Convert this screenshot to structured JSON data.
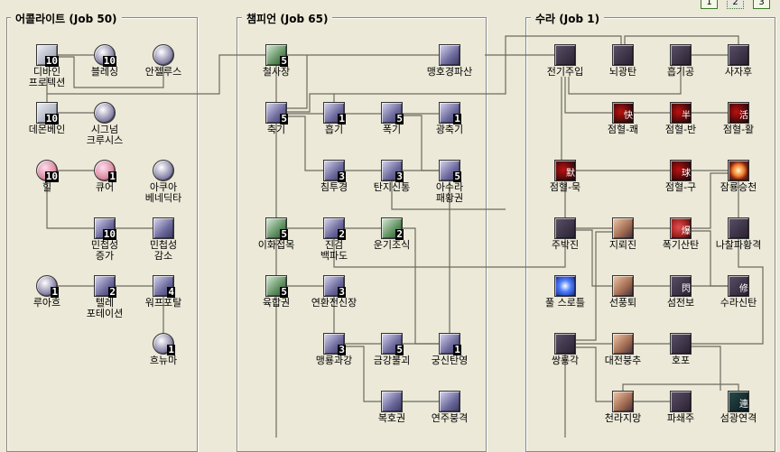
{
  "pages": [
    "1",
    "2",
    "3"
  ],
  "active_page": "2",
  "panels": {
    "acolyte": {
      "title": "어콜라이트 (Job 50)"
    },
    "champion": {
      "title": "챔피언 (Job 65)"
    },
    "sura": {
      "title": "수라 (Job 1)"
    }
  },
  "skills": {
    "acolyte": [
      {
        "id": "divine-protection",
        "label": "디바인\n프로텍션",
        "level": "10",
        "icon": "shield-book-icon"
      },
      {
        "id": "blessing",
        "label": "블레싱",
        "level": "10",
        "icon": "blessing-orb-icon"
      },
      {
        "id": "angelus",
        "label": "안젤루스",
        "level": null,
        "icon": "angelus-orb-icon"
      },
      {
        "id": "demon-bane",
        "label": "데몬베인",
        "level": "10",
        "icon": "demon-bane-book-icon"
      },
      {
        "id": "signum-crucis",
        "label": "시그넘\n크루시스",
        "level": null,
        "icon": "cross-orb-icon"
      },
      {
        "id": "heal",
        "label": "힐",
        "level": "10",
        "icon": "heart-icon"
      },
      {
        "id": "cure",
        "label": "큐어",
        "level": "1",
        "icon": "heart-sparkle-icon"
      },
      {
        "id": "aqua-benedicta",
        "label": "아쿠아\n베네딕타",
        "level": null,
        "icon": "water-bottle-icon"
      },
      {
        "id": "increase-agi",
        "label": "민첩성\n증가",
        "level": "10",
        "icon": "wing-icon"
      },
      {
        "id": "decrease-agi",
        "label": "민첩성\n감소",
        "level": null,
        "icon": "slow-icon"
      },
      {
        "id": "ruwach",
        "label": "루아흐",
        "level": "1",
        "icon": "flame-orb-icon"
      },
      {
        "id": "teleportation",
        "label": "텔레\n포테이션",
        "level": "2",
        "icon": "teleport-icon"
      },
      {
        "id": "warp-portal",
        "label": "워프포탈",
        "level": "4",
        "icon": "portal-swirl-icon"
      },
      {
        "id": "pneuma",
        "label": "흐뉴마",
        "level": "1",
        "icon": "pneuma-orb-icon"
      }
    ],
    "champion": [
      {
        "id": "iron-palm",
        "label": "철사장",
        "level": "5",
        "icon": "palm-icon"
      },
      {
        "id": "tiger-cannon",
        "label": "맹호경파산",
        "level": null,
        "icon": "tiger-cannon-icon"
      },
      {
        "id": "call-spirits",
        "label": "축기",
        "level": "5",
        "icon": "spirit-icon"
      },
      {
        "id": "absorb-spirits",
        "label": "흡기",
        "level": "1",
        "icon": "absorb-icon"
      },
      {
        "id": "fury",
        "label": "폭기",
        "level": "5",
        "icon": "fury-icon"
      },
      {
        "id": "zen",
        "label": "광축기",
        "level": "1",
        "icon": "zen-icon"
      },
      {
        "id": "occult-impaction",
        "label": "침투경",
        "level": "3",
        "icon": "impact-icon"
      },
      {
        "id": "throw-spirit-sphere",
        "label": "탄지신통",
        "level": "3",
        "icon": "finger-icon"
      },
      {
        "id": "asura-strike",
        "label": "아수라\n패황권",
        "level": "5",
        "icon": "asura-icon"
      },
      {
        "id": "flee",
        "label": "이화접목",
        "level": "5",
        "icon": "dodge-icon"
      },
      {
        "id": "excruciating-palm",
        "label": "진검\n백파도",
        "level": "2",
        "icon": "palm-wave-icon"
      },
      {
        "id": "spiritual-cadence",
        "label": "운기조식",
        "level": "2",
        "icon": "meditation-icon"
      },
      {
        "id": "raging-triple-blow",
        "label": "육합권",
        "level": "5",
        "icon": "triple-blow-icon"
      },
      {
        "id": "raging-quadruple-blow",
        "label": "연환전신장",
        "level": "3",
        "icon": "quadruple-blow-icon"
      },
      {
        "id": "raging-thrust",
        "label": "맹룡과강",
        "level": "3",
        "icon": "thrust-icon"
      },
      {
        "id": "mental-strength",
        "label": "금강불괴",
        "level": "5",
        "icon": "mental-strength-icon"
      },
      {
        "id": "snap",
        "label": "궁신탄영",
        "level": "1",
        "icon": "snap-icon"
      },
      {
        "id": "chain-crush-combo",
        "label": "복호권",
        "level": null,
        "icon": "chain-crush-icon"
      },
      {
        "id": "palm-push-strike",
        "label": "연주붕격",
        "level": null,
        "icon": "palm-push-icon"
      }
    ],
    "sura": [
      {
        "id": "lightning-infusion",
        "label": "전기주입",
        "level": null,
        "icon": "lightning-hand-icon"
      },
      {
        "id": "lightning-ride",
        "label": "뇌광탄",
        "level": null,
        "icon": "lightning-bolt-icon"
      },
      {
        "id": "power-absorb",
        "label": "흡기공",
        "level": null,
        "icon": "sparkles-icon"
      },
      {
        "id": "lion-roar",
        "label": "사자후",
        "level": null,
        "icon": "roar-icon"
      },
      {
        "id": "pressure-point-haste",
        "label": "점혈-쾌",
        "level": null,
        "icon": "pressure-point-icon",
        "mark": "快"
      },
      {
        "id": "pressure-point-half",
        "label": "점혈-반",
        "level": null,
        "icon": "pressure-point-icon",
        "mark": "半"
      },
      {
        "id": "pressure-point-revive",
        "label": "점혈-활",
        "level": null,
        "icon": "pressure-point-icon",
        "mark": "活"
      },
      {
        "id": "pressure-point-silence",
        "label": "점혈-묵",
        "level": null,
        "icon": "pressure-point-icon",
        "mark": "默"
      },
      {
        "id": "pressure-point-sphere",
        "label": "점혈-구",
        "level": null,
        "icon": "pressure-point-icon",
        "mark": "球"
      },
      {
        "id": "rising-dragon",
        "label": "잠룡승천",
        "level": null,
        "icon": "dragon-orb-icon"
      },
      {
        "id": "cursed-circle",
        "label": "주박진",
        "level": null,
        "icon": "circle-seal-icon"
      },
      {
        "id": "earth-shaker",
        "label": "지뢰진",
        "level": null,
        "icon": "stomp-icon"
      },
      {
        "id": "explosion-blaster",
        "label": "폭기산탄",
        "level": null,
        "icon": "explosion-icon",
        "mark": "爆"
      },
      {
        "id": "hell-gate",
        "label": "나찰파황격",
        "level": null,
        "icon": "hell-gate-icon"
      },
      {
        "id": "full-throttle",
        "label": "풀 스로틀",
        "level": null,
        "icon": "energy-burst-icon"
      },
      {
        "id": "sky-net-blow",
        "label": "선풍퇴",
        "level": null,
        "icon": "kick-icon"
      },
      {
        "id": "flash-step",
        "label": "섬전보",
        "level": null,
        "icon": "flash-step-icon",
        "mark": "閃"
      },
      {
        "id": "rampage-blaster",
        "label": "수라신탄",
        "level": null,
        "icon": "spiral-icon",
        "mark": "修"
      },
      {
        "id": "dragon-combo",
        "label": "쌍룡각",
        "level": null,
        "icon": "dragon-kick-icon"
      },
      {
        "id": "tiger-fist",
        "label": "대전붕추",
        "level": null,
        "icon": "fists-icon"
      },
      {
        "id": "howling",
        "label": "호포",
        "level": null,
        "icon": "howl-star-icon"
      },
      {
        "id": "knuckle-arrow",
        "label": "천라지망",
        "level": null,
        "icon": "multi-fist-icon"
      },
      {
        "id": "gate-of-hell-crescent",
        "label": "파쇄주",
        "level": null,
        "icon": "crescent-moon-icon"
      },
      {
        "id": "flash-combo",
        "label": "섬광연격",
        "level": null,
        "icon": "flash-combo-icon",
        "mark": "連"
      }
    ]
  }
}
